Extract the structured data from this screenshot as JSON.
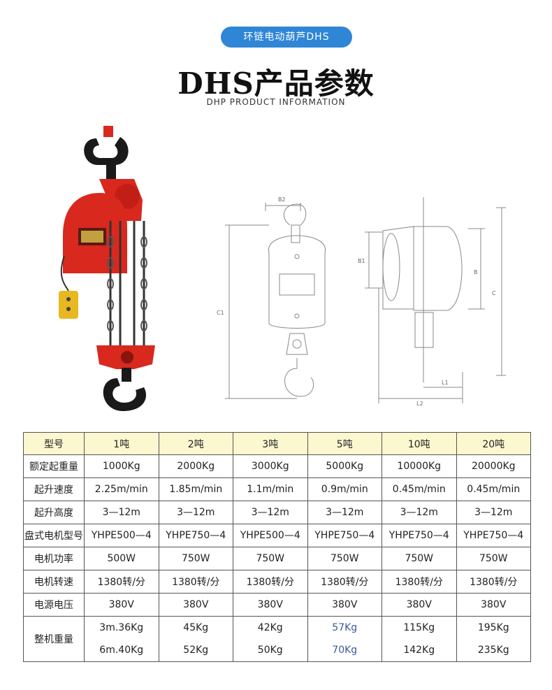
{
  "badge": "环链电动葫芦DHS",
  "title": "DHS产品参数",
  "subtitle": "DHP PRODUCT INFORMATION",
  "drawing_labels": {
    "front": {
      "b2": "B2",
      "c1": "C1"
    },
    "side": {
      "b1": "B1",
      "b": "B",
      "c": "C",
      "l1": "L1",
      "l2": "L2"
    }
  },
  "colors": {
    "badge": "#2f86d7",
    "header_row": "#fbf7cf",
    "hoist_red": "#d9281e",
    "hook_black": "#1a1a1a",
    "pendant_yellow": "#e8b820"
  },
  "table": {
    "header": [
      "型号",
      "1吨",
      "2吨",
      "3吨",
      "5吨",
      "10吨",
      "20吨"
    ],
    "rows": [
      [
        "额定起重量",
        "1000Kg",
        "2000Kg",
        "3000Kg",
        "5000Kg",
        "10000Kg",
        "20000Kg"
      ],
      [
        "起升速度",
        "2.25m/min",
        "1.85m/min",
        "1.1m/min",
        "0.9m/min",
        "0.45m/min",
        "0.45m/min"
      ],
      [
        "起升高度",
        "3—12m",
        "3—12m",
        "3—12m",
        "3—12m",
        "3—12m",
        "3—12m"
      ],
      [
        "盘式电机型号",
        "YHPE500—4",
        "YHPE750—4",
        "YHPE500—4",
        "YHPE750—4",
        "YHPE750—4",
        "YHPE750—4"
      ],
      [
        "电机功率",
        "500W",
        "750W",
        "750W",
        "750W",
        "750W",
        "750W"
      ],
      [
        "电机转速",
        "1380转/分",
        "1380转/分",
        "1380转/分",
        "1380转/分",
        "1380转/分",
        "1380转/分"
      ],
      [
        "电源电压",
        "380V",
        "380V",
        "380V",
        "380V",
        "380V",
        "380V"
      ]
    ],
    "weight_label": "整机重量",
    "weight_3m": [
      "3m.36Kg",
      "45Kg",
      "42Kg",
      "57Kg",
      "115Kg",
      "195Kg"
    ],
    "weight_6m": [
      "6m.40Kg",
      "52Kg",
      "50Kg",
      "70Kg",
      "142Kg",
      "235Kg"
    ]
  }
}
